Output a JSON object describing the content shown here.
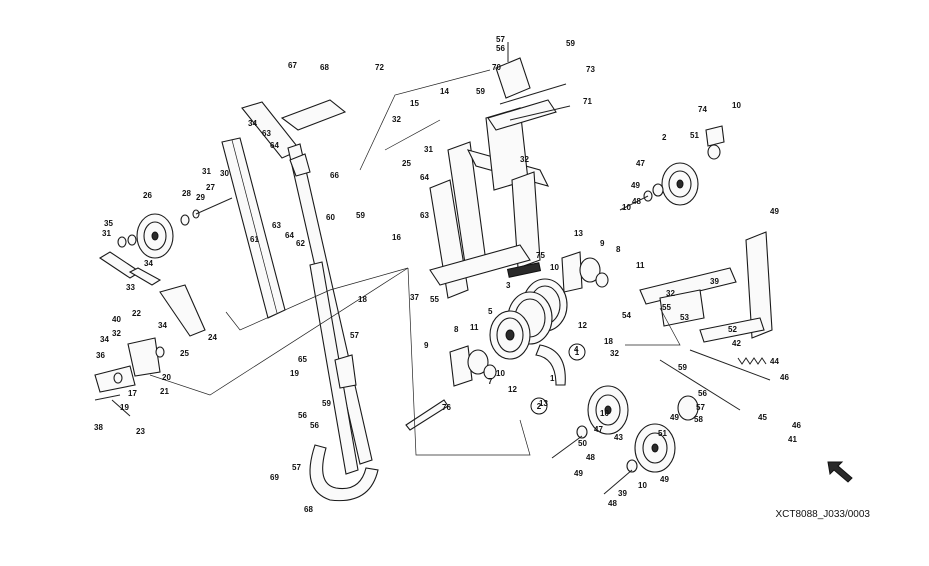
{
  "drawing": {
    "reference_code": "XCT8088_J033/0003",
    "callouts": [
      "1",
      "2"
    ],
    "labels": [
      "57",
      "56",
      "59",
      "70",
      "72",
      "67",
      "68",
      "73",
      "71",
      "74",
      "10",
      "14",
      "15",
      "59",
      "32",
      "34",
      "63",
      "64",
      "29",
      "27",
      "28",
      "31",
      "30",
      "26",
      "35",
      "31",
      "33",
      "34",
      "61",
      "63",
      "64",
      "62",
      "60",
      "59",
      "66",
      "25",
      "31",
      "64",
      "63",
      "16",
      "32",
      "55",
      "37",
      "75",
      "3",
      "13",
      "9",
      "8",
      "11",
      "10",
      "12",
      "5",
      "4",
      "1",
      "76",
      "7",
      "12",
      "10",
      "11",
      "8",
      "9",
      "13",
      "2",
      "51",
      "47",
      "49",
      "48",
      "10",
      "49",
      "39",
      "32",
      "55",
      "54",
      "53",
      "18",
      "32",
      "52",
      "42",
      "44",
      "46",
      "45",
      "46",
      "41",
      "40",
      "32",
      "34",
      "36",
      "20",
      "21",
      "17",
      "19",
      "38",
      "23",
      "24",
      "34",
      "22",
      "25",
      "18",
      "19",
      "65",
      "57",
      "56",
      "59",
      "56",
      "57",
      "69",
      "68",
      "59",
      "56",
      "57",
      "58",
      "43",
      "47",
      "10",
      "49",
      "50",
      "48",
      "49",
      "10",
      "39",
      "48",
      "51",
      "49",
      "10",
      "39",
      "47",
      "10"
    ]
  }
}
